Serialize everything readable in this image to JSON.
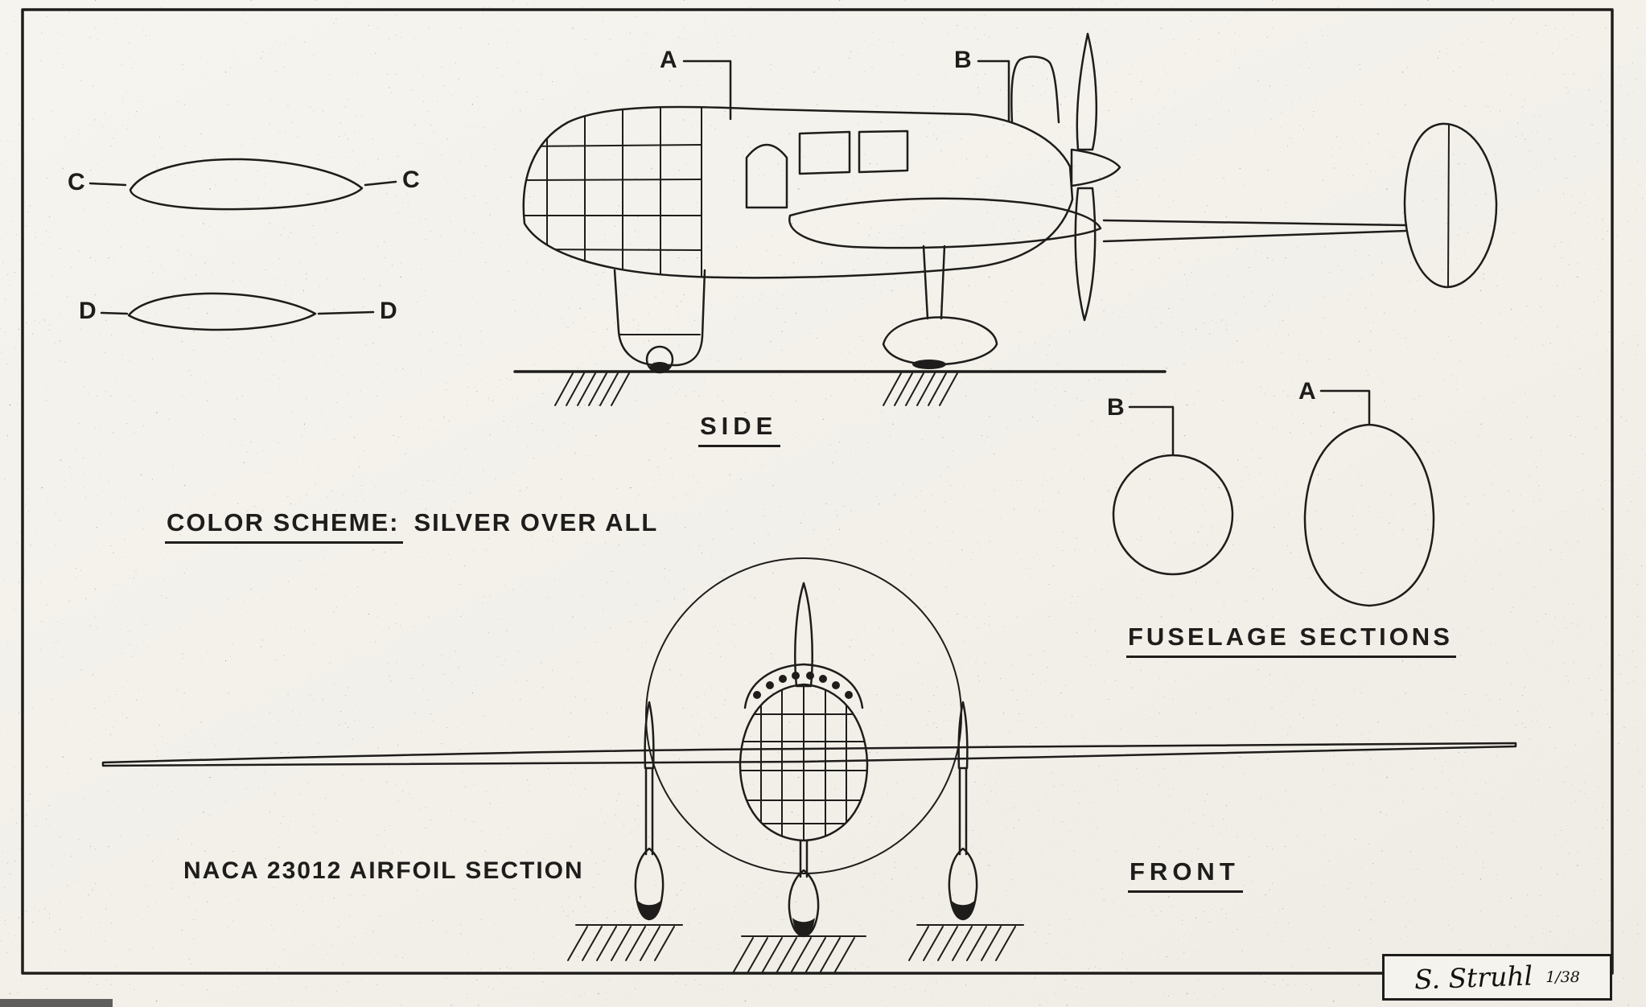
{
  "colors": {
    "paper": "#f3f1ea",
    "ink": "#1f1d1b"
  },
  "airfoil_sections": {
    "c_left_label": "C",
    "c_right_label": "C",
    "d_left_label": "D",
    "d_right_label": "D"
  },
  "side_view": {
    "caption": "SIDE",
    "marker_a": "A",
    "marker_b": "B"
  },
  "color_scheme": {
    "label": "COLOR SCHEME:",
    "value": "SILVER OVER ALL"
  },
  "fuselage_sections": {
    "caption": "FUSELAGE SECTIONS",
    "marker_a": "A",
    "marker_b": "B"
  },
  "front_view": {
    "caption": "FRONT",
    "airfoil_note": "NACA 23012 AIRFOIL SECTION"
  },
  "signature": {
    "name": "S. Struhl",
    "date": "1/38"
  }
}
